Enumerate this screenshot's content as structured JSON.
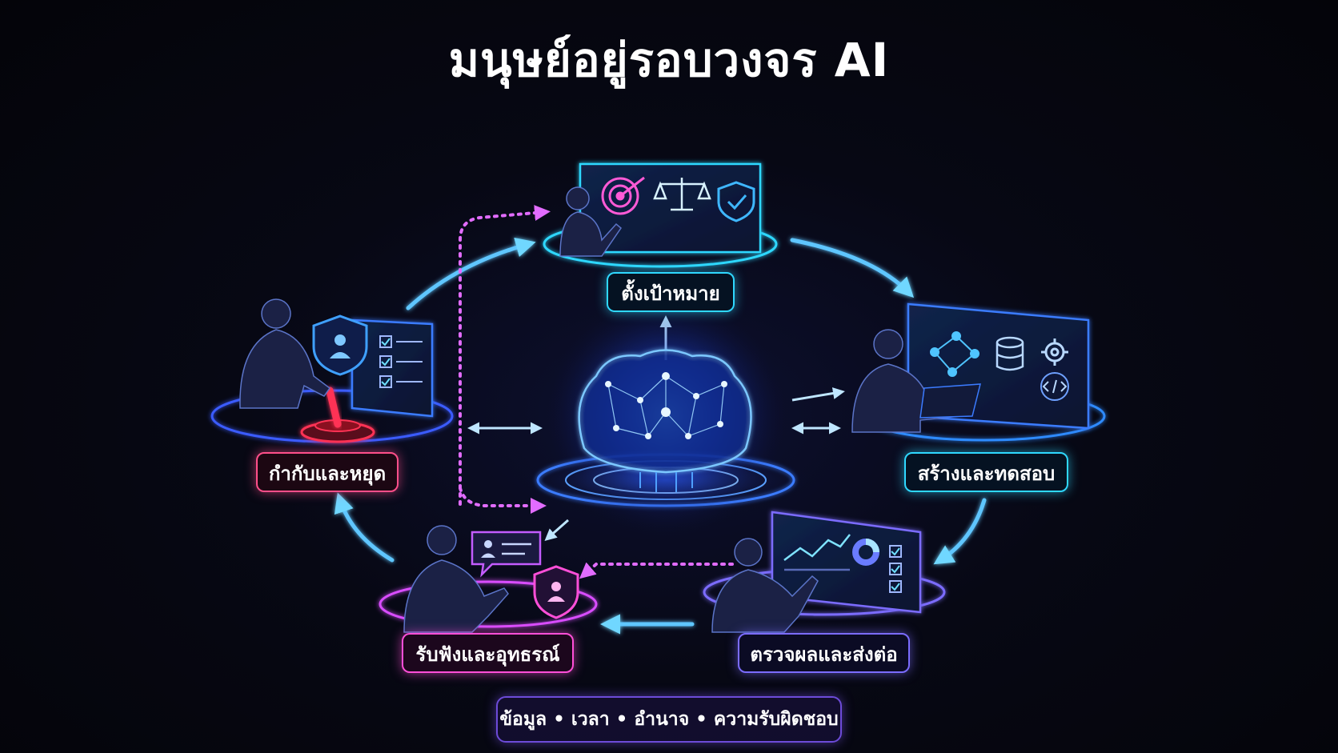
{
  "title": "มนุษย์อยู่รอบวงจร AI",
  "stages": {
    "goal": {
      "label": "ตั้งเป้าหมาย",
      "color": "#2fd8ff",
      "icons": [
        "target-icon",
        "scales-icon",
        "shield-check-icon"
      ]
    },
    "build": {
      "label": "สร้างและทดสอบ",
      "color": "#2fd8ff",
      "icons": [
        "network-graph-icon",
        "database-icon",
        "gear-icon",
        "code-icon"
      ]
    },
    "review": {
      "label": "ตรวจผลและส่งต่อ",
      "color": "#7b6cff",
      "icons": [
        "line-chart-icon",
        "donut-chart-icon",
        "checklist-icon"
      ]
    },
    "feedback": {
      "label": "รับฟังและอุทธรณ์",
      "color": "#ff4fd8",
      "icons": [
        "chat-bubble-icon",
        "shield-user-icon"
      ]
    },
    "control": {
      "label": "กำกับและหยุด",
      "color": "#ff4f8a",
      "icons": [
        "shield-user-icon",
        "checklist-icon",
        "stop-lever-icon"
      ]
    }
  },
  "center": {
    "icon": "ai-brain-icon"
  },
  "footer": "ข้อมูล • เวลา • อำนาจ • ความรับผิดชอบ",
  "colors": {
    "background": "#05050b",
    "cyan": "#2fd8ff",
    "blue": "#3b7bff",
    "magenta": "#ff4fd8",
    "purple": "#7b6cff",
    "red": "#ff3355"
  }
}
